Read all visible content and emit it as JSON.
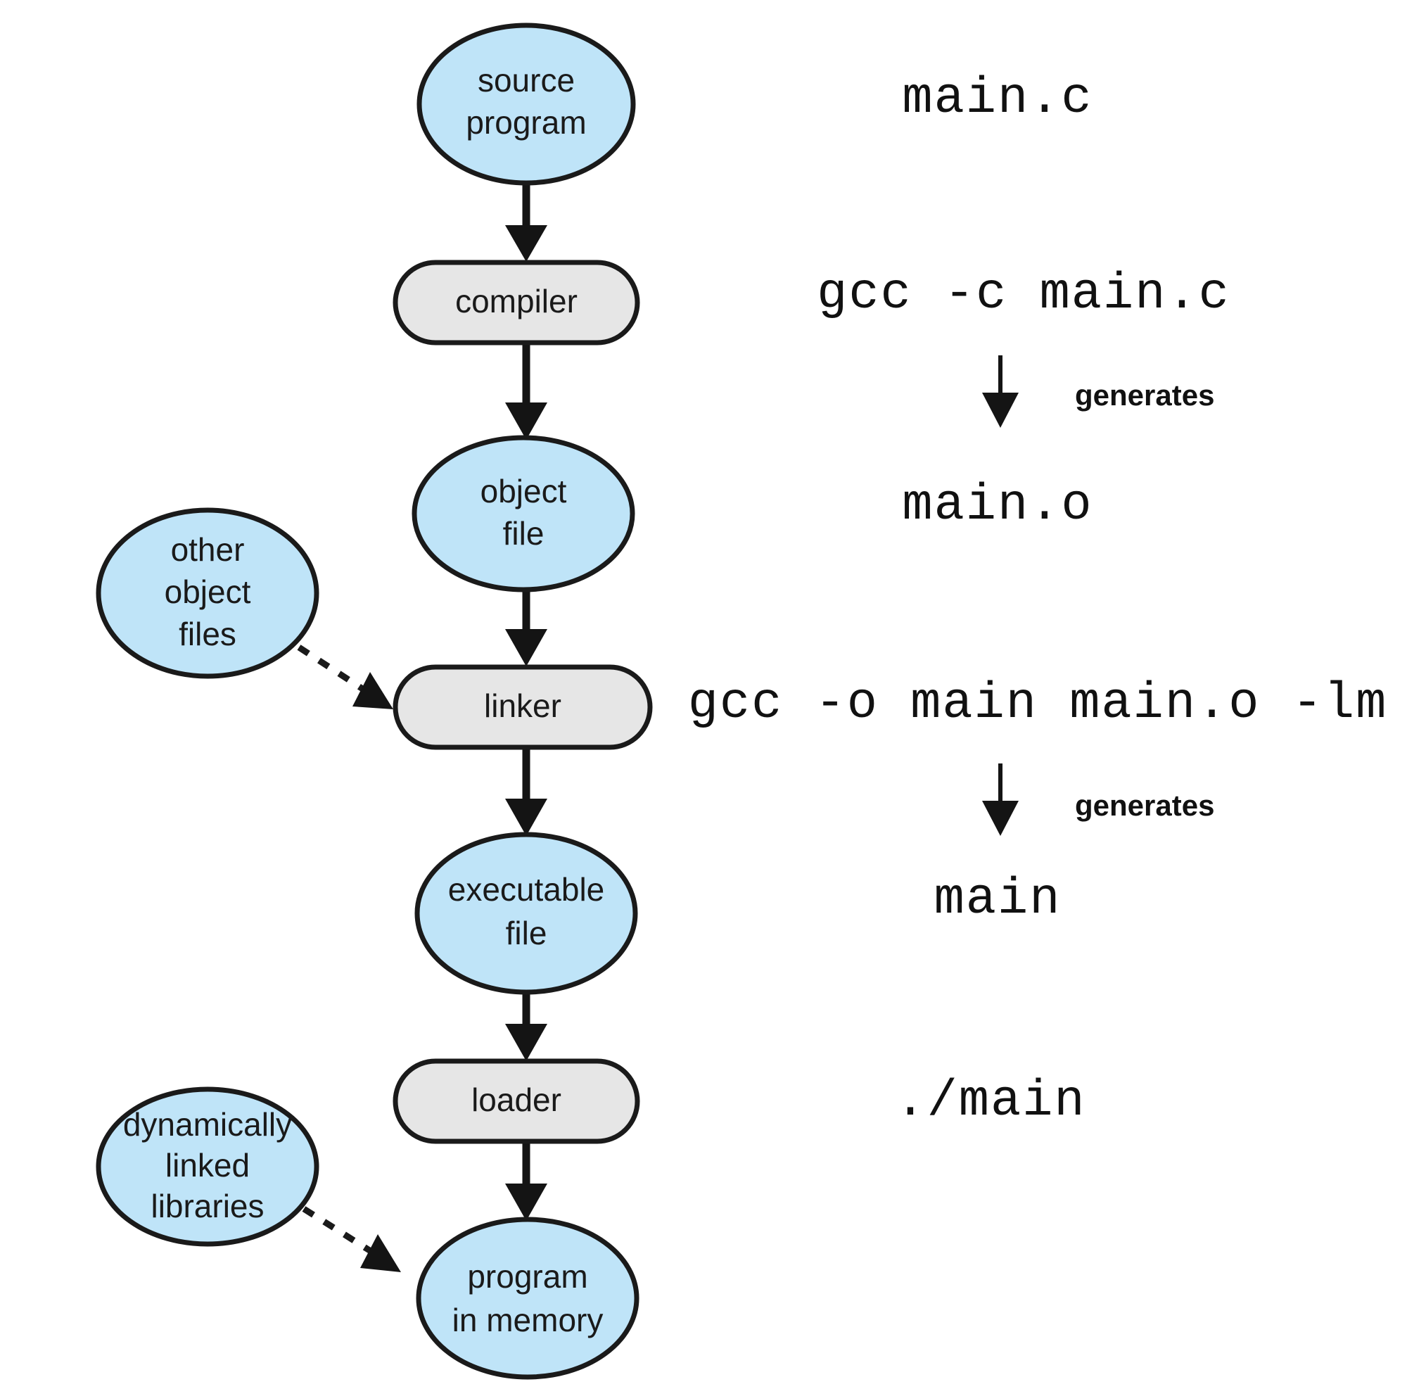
{
  "diagram": {
    "title": "C program compilation and loading pipeline",
    "colors": {
      "ellipse_fill": "#bfe4f8",
      "box_fill": "#e6e6e6",
      "stroke": "#1a1a1a",
      "text": "#111111",
      "background": "#ffffff"
    },
    "nodes": {
      "source_program": {
        "line1": "source",
        "line2": "program"
      },
      "compiler": {
        "label": "compiler"
      },
      "object_file": {
        "line1": "object",
        "line2": "file"
      },
      "other_object_files": {
        "line1": "other",
        "line2": "object",
        "line3": "files"
      },
      "linker": {
        "label": "linker"
      },
      "executable_file": {
        "line1": "executable",
        "line2": "file"
      },
      "loader": {
        "label": "loader"
      },
      "dynamically_linked_libraries": {
        "line1": "dynamically",
        "line2": "linked",
        "line3": "libraries"
      },
      "program_in_memory": {
        "line1": "program",
        "line2": "in memory"
      }
    },
    "code_labels": {
      "source_file": "main.c",
      "compile_command": "gcc -c main.c",
      "object_file": "main.o",
      "link_command": "gcc -o main main.o -lm",
      "executable": "main",
      "run_command": "./main"
    },
    "annotations": {
      "generates_compile": "generates",
      "generates_link": "generates"
    }
  }
}
